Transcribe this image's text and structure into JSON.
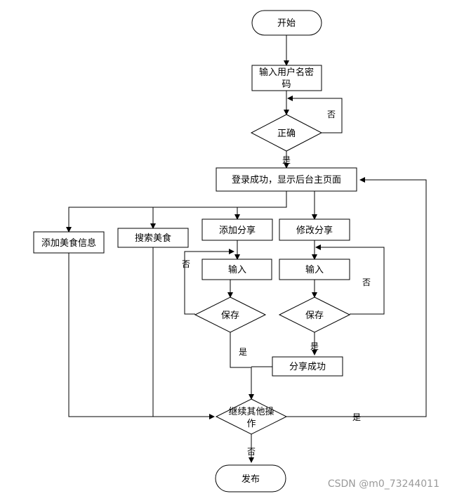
{
  "nodes": {
    "start": "开始",
    "login_1": "输入用户名密",
    "login_2": "码",
    "correct": "正确",
    "success_page": "登录成功，显示后台主页面",
    "add_food": "添加美食信息",
    "search_food": "搜索美食",
    "add_share": "添加分享",
    "edit_share": "修改分享",
    "input_left": "输入",
    "input_right": "输入",
    "save_left": "保存",
    "save_right": "保存",
    "share_success": "分享成功",
    "continue_1": "继续其他操",
    "continue_2": "作",
    "publish": "发布"
  },
  "edges": {
    "no_correct": "否",
    "yes_correct": "是",
    "no_save_left": "否",
    "yes_save_left": "是",
    "no_save_right": "否",
    "yes_save_right": "是",
    "yes_continue": "是",
    "no_continue": "否"
  },
  "watermark": "CSDN @m0_73244011"
}
